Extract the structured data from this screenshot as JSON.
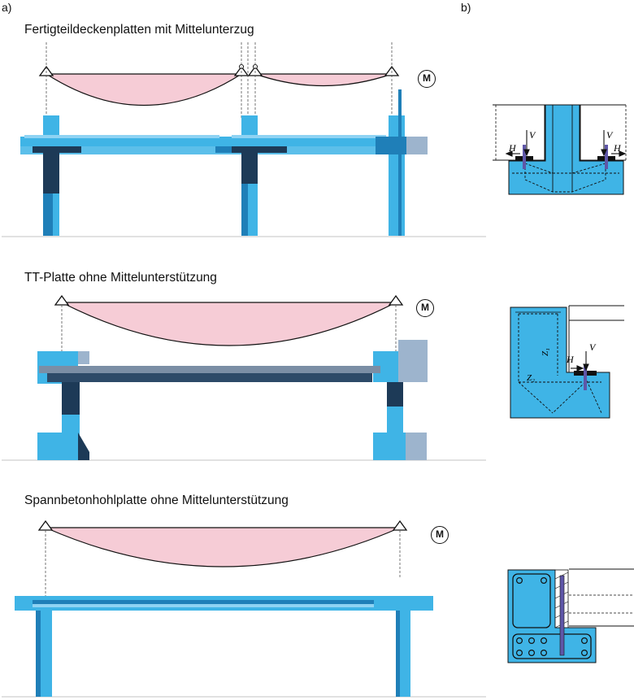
{
  "part_labels": {
    "a": "a)",
    "b": "b)"
  },
  "panels": [
    {
      "title": "Fertigteildeckenplatten mit Mittelunterzug",
      "moment_symbol": "M"
    },
    {
      "title": "TT-Platte ohne Mittelunterstützung",
      "moment_symbol": "M"
    },
    {
      "title": "Spannbetonhohlplatte ohne Mittelunterstützung",
      "moment_symbol": "M"
    }
  ],
  "detail_labels": {
    "d1": {
      "h_left": "H",
      "v_left": "V",
      "v_right": "V",
      "h_right": "H"
    },
    "d2": {
      "z1": "Z₁",
      "z2": "Z₂",
      "h": "H",
      "v": "V"
    }
  },
  "colors": {
    "concrete": "#3fb4e6",
    "concrete_dark": "#1f7fb8",
    "concrete_light": "#8fd3f3",
    "shadow": "#1d3a57",
    "moment_fill": "#f6ccd6",
    "ground": "#d7d7d7"
  }
}
